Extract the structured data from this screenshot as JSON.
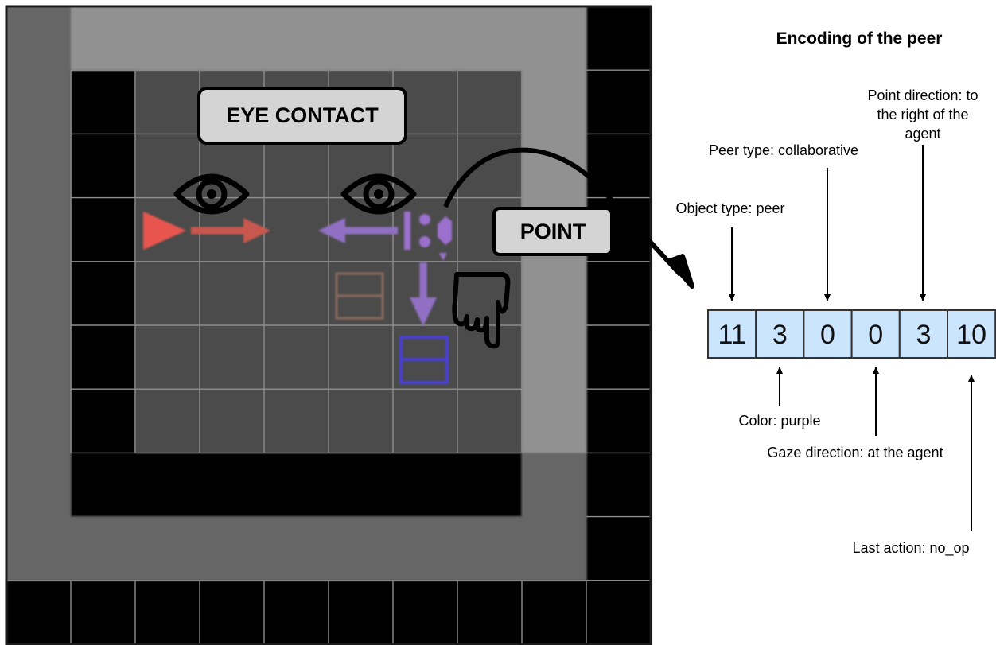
{
  "grid": {
    "cols": 10,
    "rows": 10,
    "shading": [
      [
        "dark",
        "mid",
        "mid",
        "mid",
        "mid",
        "mid",
        "mid",
        "mid",
        "mid",
        "black"
      ],
      [
        "dark",
        "black",
        "floor",
        "floor",
        "floor",
        "floor",
        "floor",
        "floor",
        "mid",
        "black"
      ],
      [
        "dark",
        "black",
        "floor",
        "floor",
        "floor",
        "floor",
        "floor",
        "floor",
        "mid",
        "black"
      ],
      [
        "dark",
        "black",
        "floor",
        "floor",
        "floor",
        "floor",
        "floor",
        "floor",
        "mid",
        "black"
      ],
      [
        "dark",
        "black",
        "floor",
        "floor",
        "floor",
        "floor",
        "floor",
        "floor",
        "mid",
        "black"
      ],
      [
        "dark",
        "black",
        "floor",
        "floor",
        "floor",
        "floor",
        "floor",
        "floor",
        "mid",
        "black"
      ],
      [
        "dark",
        "black",
        "floor",
        "floor",
        "floor",
        "floor",
        "floor",
        "floor",
        "mid",
        "black"
      ],
      [
        "dark",
        "black",
        "black",
        "black",
        "black",
        "black",
        "black",
        "black",
        "dark",
        "black"
      ],
      [
        "dark",
        "dark",
        "dark",
        "dark",
        "dark",
        "dark",
        "dark",
        "dark",
        "dark",
        "black"
      ],
      [
        "black",
        "black",
        "black",
        "black",
        "black",
        "black",
        "black",
        "black",
        "black",
        "black"
      ]
    ]
  },
  "labels": {
    "eye_contact": "EYE CONTACT",
    "point": "POINT"
  },
  "encoding": {
    "title": "Encoding of the peer",
    "values": [
      "11",
      "3",
      "0",
      "0",
      "3",
      "10"
    ],
    "annotations": {
      "object_type": "Object type: peer",
      "color": "Color: purple",
      "peer_type": "Peer type: collaborative",
      "gaze_direction": "Gaze direction: at the agent",
      "point_direction": [
        "Point direction: to",
        "the right of the",
        "agent"
      ],
      "last_action": "Last action: no_op"
    }
  },
  "colors": {
    "agent": "#e8544f",
    "peer": "#9b6fce",
    "peer_arrow": "#9170c4",
    "target": "#4a3ee6",
    "distractor": "#8a6a5e",
    "cell_fill": "#cce5ff",
    "box_fill": "#d4d4d4"
  },
  "icons": [
    "eye-icon",
    "pointing-hand-icon"
  ]
}
